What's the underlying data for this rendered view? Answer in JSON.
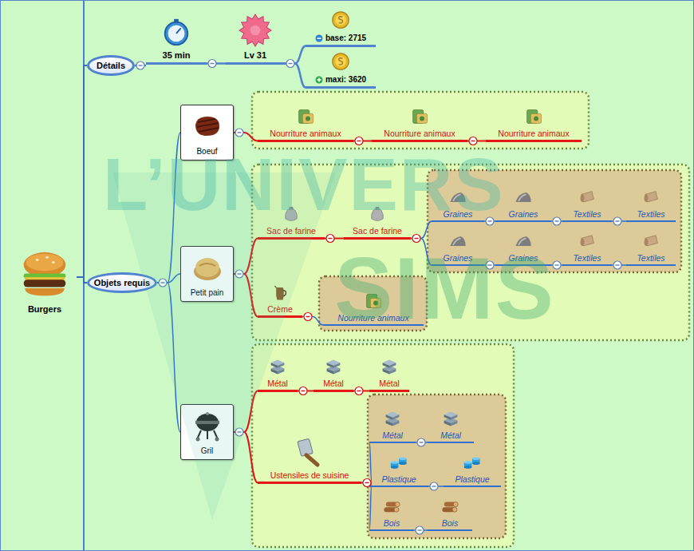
{
  "diagram": {
    "nodes": [
      {
        "text": [
          "Burgers"
        ]
      },
      {
        "text": [
          "Détails"
        ]
      },
      {
        "text": [
          "35 min"
        ]
      },
      {
        "text": [
          "Lv 31"
        ]
      },
      {
        "text": [
          "base: 2715"
        ]
      },
      {
        "text": [
          "maxi: 3620"
        ]
      },
      {
        "text": [
          "Objets requis"
        ]
      },
      {
        "text": [
          "Boeuf"
        ]
      },
      {
        "text": [
          "Nourriture animaux"
        ]
      },
      {
        "text": [
          "Nourriture animaux"
        ]
      },
      {
        "text": [
          "Nourriture animaux"
        ]
      },
      {
        "text": [
          "Petit pain"
        ]
      },
      {
        "text": [
          "Sac de farine"
        ]
      },
      {
        "text": [
          "Sac de farine"
        ]
      },
      {
        "text": [
          "Graines"
        ]
      },
      {
        "text": [
          "Graines"
        ]
      },
      {
        "text": [
          "Textiles"
        ]
      },
      {
        "text": [
          "Textiles"
        ]
      },
      {
        "text": [
          "Graines"
        ]
      },
      {
        "text": [
          "Graines"
        ]
      },
      {
        "text": [
          "Textiles"
        ]
      },
      {
        "text": [
          "Textiles"
        ]
      },
      {
        "text": [
          "Crème"
        ]
      },
      {
        "text": [
          "Nourriture animaux"
        ]
      },
      {
        "text": [
          "Gril"
        ]
      },
      {
        "text": [
          "Métal"
        ]
      },
      {
        "text": [
          "Métal"
        ]
      },
      {
        "text": [
          "Métal"
        ]
      },
      {
        "text": [
          "Ustensiles de suisine"
        ]
      },
      {
        "text": [
          "Métal"
        ]
      },
      {
        "text": [
          "Métal"
        ]
      },
      {
        "text": [
          "Plastique"
        ]
      },
      {
        "text": [
          "Plastique"
        ]
      },
      {
        "text": [
          "Bois"
        ]
      },
      {
        "text": [
          "Bois"
        ]
      }
    ],
    "edges": [
      {
        "from": 0,
        "to": 1,
        "arrow": "none"
      },
      {
        "from": 0,
        "to": 6,
        "arrow": "none"
      },
      {
        "from": 1,
        "to": 2,
        "arrow": "none"
      },
      {
        "from": 2,
        "to": 3,
        "arrow": "none"
      },
      {
        "from": 3,
        "to": 4,
        "arrow": "none"
      },
      {
        "from": 3,
        "to": 5,
        "arrow": "none"
      },
      {
        "from": 6,
        "to": 7,
        "arrow": "none"
      },
      {
        "from": 6,
        "to": 11,
        "arrow": "none"
      },
      {
        "from": 6,
        "to": 24,
        "arrow": "none"
      },
      {
        "from": 7,
        "to": 8,
        "arrow": "none"
      },
      {
        "from": 8,
        "to": 9,
        "arrow": "none"
      },
      {
        "from": 9,
        "to": 10,
        "arrow": "none"
      },
      {
        "from": 11,
        "to": 12,
        "arrow": "none"
      },
      {
        "from": 12,
        "to": 13,
        "arrow": "none"
      },
      {
        "from": 13,
        "to": 14,
        "arrow": "none"
      },
      {
        "from": 14,
        "to": 15,
        "arrow": "none"
      },
      {
        "from": 15,
        "to": 16,
        "arrow": "none"
      },
      {
        "from": 16,
        "to": 17,
        "arrow": "none"
      },
      {
        "from": 13,
        "to": 18,
        "arrow": "none"
      },
      {
        "from": 18,
        "to": 19,
        "arrow": "none"
      },
      {
        "from": 19,
        "to": 20,
        "arrow": "none"
      },
      {
        "from": 20,
        "to": 21,
        "arrow": "none"
      },
      {
        "from": 11,
        "to": 22,
        "arrow": "none"
      },
      {
        "from": 22,
        "to": 23,
        "arrow": "none"
      },
      {
        "from": 24,
        "to": 25,
        "arrow": "none"
      },
      {
        "from": 25,
        "to": 26,
        "arrow": "none"
      },
      {
        "from": 26,
        "to": 27,
        "arrow": "none"
      },
      {
        "from": 24,
        "to": 28,
        "arrow": "none"
      },
      {
        "from": 28,
        "to": 29,
        "arrow": "none"
      },
      {
        "from": 29,
        "to": 30,
        "arrow": "none"
      },
      {
        "from": 28,
        "to": 31,
        "arrow": "none"
      },
      {
        "from": 31,
        "to": 32,
        "arrow": "none"
      },
      {
        "from": 28,
        "to": 33,
        "arrow": "none"
      },
      {
        "from": 33,
        "to": 34,
        "arrow": "none"
      }
    ],
    "labels": [
      "L’UNIVERS",
      "SIMS"
    ]
  }
}
